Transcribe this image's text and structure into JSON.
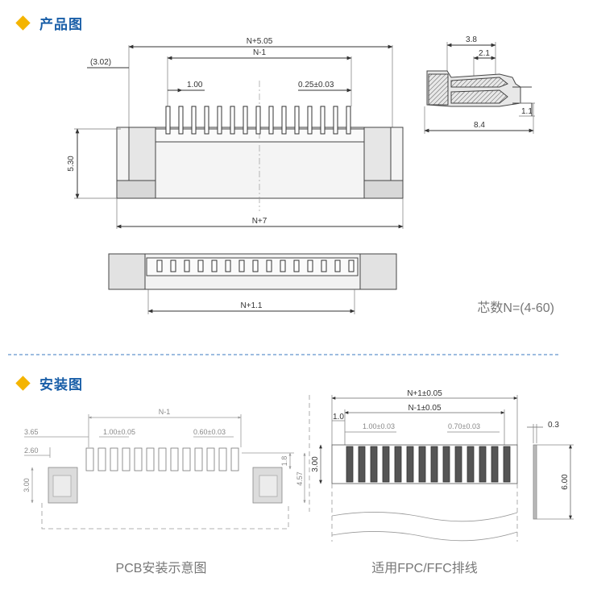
{
  "section_product": {
    "title": "产品图"
  },
  "section_install": {
    "title": "安装图"
  },
  "product": {
    "dim_n505": "N+5.05",
    "dim_n1": "N-1",
    "dim_302": "(3.02)",
    "dim_100": "1.00",
    "dim_025": "0.25±0.03",
    "dim_530": "5.30",
    "dim_n7": "N+7",
    "dim_n11": "N+1.1",
    "side_38": "3.8",
    "side_21": "2.1",
    "side_11": "1.1",
    "side_84": "8.4",
    "pin_count": "芯数N=(4-60)"
  },
  "pcb": {
    "dim_n1": "N-1",
    "dim_365": "3.65",
    "dim_100": "1.00±0.05",
    "dim_060": "0.60±0.03",
    "dim_260": "2.60",
    "dim_18": "1.8",
    "dim_300": "3.00",
    "dim_457": "4.57",
    "caption": "PCB安装示意图"
  },
  "fpc": {
    "dim_n1": "N+1±0.05",
    "dim_nm1": "N-1±0.05",
    "dim_10": "1.0",
    "dim_100": "1.00±0.03",
    "dim_070": "0.70±0.03",
    "dim_300": "3.00",
    "dim_03": "0.3",
    "dim_600": "6.00",
    "caption": "适用FPC/FFC排线"
  }
}
